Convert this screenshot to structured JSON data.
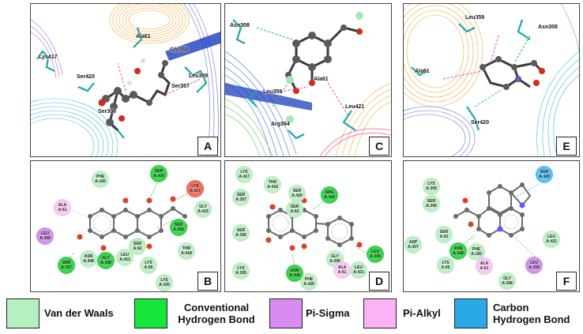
{
  "panels": {
    "A": {
      "letter": "A",
      "residues": [
        "Ala61",
        "Lys417",
        "Ser420",
        "Gly358",
        "Leu359",
        "Ser357",
        "Ser306"
      ]
    },
    "C": {
      "letter": "C",
      "residues": [
        "Asn308",
        "Ala61",
        "Leu359",
        "Leu421",
        "Arg364"
      ]
    },
    "E": {
      "letter": "E",
      "residues": [
        "Leu359",
        "Asn308",
        "Ala61",
        "Ser420"
      ]
    },
    "B": {
      "letter": "B",
      "residues": [
        {
          "l1": "PHE",
          "l2": "A:160",
          "type": "vdw"
        },
        {
          "l1": "SER",
          "l2": "A:420",
          "type": "hb"
        },
        {
          "l1": "LYS",
          "l2": "A:417",
          "type": "unf"
        },
        {
          "l1": "GLY",
          "l2": "A:419",
          "type": "vdw"
        },
        {
          "l1": "ALA",
          "l2": "A:61",
          "type": "pia"
        },
        {
          "l1": "SER",
          "l2": "A:306",
          "type": "hb"
        },
        {
          "l1": "LEU",
          "l2": "A:359",
          "type": "pis"
        },
        {
          "l1": "SER",
          "l2": "A:62",
          "type": "vdw"
        },
        {
          "l1": "THR",
          "l2": "A:418",
          "type": "vdw"
        },
        {
          "l1": "ASN",
          "l2": "A:308",
          "type": "vdw"
        },
        {
          "l1": "GLY",
          "l2": "A:358",
          "type": "hb"
        },
        {
          "l1": "LEU",
          "l2": "A:421",
          "type": "vdw"
        },
        {
          "l1": "LYS",
          "l2": "A:65",
          "type": "vdw"
        },
        {
          "l1": "SER",
          "l2": "A:357",
          "type": "hb"
        },
        {
          "l1": "LYS",
          "l2": "A:305",
          "type": "vdw"
        }
      ]
    },
    "D": {
      "letter": "D",
      "residues": [
        {
          "l1": "LYS",
          "l2": "A:417",
          "type": "vdw"
        },
        {
          "l1": "THR",
          "l2": "A:418",
          "type": "vdw"
        },
        {
          "l1": "SER",
          "l2": "A:420",
          "type": "vdw"
        },
        {
          "l1": "ARG",
          "l2": "A:364",
          "type": "hb"
        },
        {
          "l1": "SER",
          "l2": "A:357",
          "type": "vdw"
        },
        {
          "l1": "SER",
          "l2": "A:62",
          "type": "vdw"
        },
        {
          "l1": "SER",
          "l2": "A:306",
          "type": "vdw"
        },
        {
          "l1": "LEU",
          "l2": "A:359",
          "type": "hb"
        },
        {
          "l1": "GLY",
          "l2": "A:358",
          "type": "vdw"
        },
        {
          "l1": "ALA",
          "l2": "A:61",
          "type": "pia"
        },
        {
          "l1": "LEU",
          "l2": "A:421",
          "type": "vdw"
        },
        {
          "l1": "LYS",
          "l2": "A:305",
          "type": "vdw"
        },
        {
          "l1": "ASN",
          "l2": "A:308",
          "type": "hb"
        },
        {
          "l1": "PHE",
          "l2": "A:160",
          "type": "vdw"
        }
      ]
    },
    "F": {
      "letter": "F",
      "residues": [
        {
          "l1": "SER",
          "l2": "A:420",
          "type": "chb"
        },
        {
          "l1": "LYS",
          "l2": "A:305",
          "type": "vdw"
        },
        {
          "l1": "SER",
          "l2": "A:306",
          "type": "vdw"
        },
        {
          "l1": "SER",
          "l2": "A:62",
          "type": "vdw"
        },
        {
          "l1": "ASP",
          "l2": "A:307",
          "type": "vdw"
        },
        {
          "l1": "ASN",
          "l2": "A:308",
          "type": "hb"
        },
        {
          "l1": "PHE",
          "l2": "A:160",
          "type": "vdw"
        },
        {
          "l1": "LEU",
          "l2": "A:421",
          "type": "vdw"
        },
        {
          "l1": "LYS",
          "l2": "A:65",
          "type": "vdw"
        },
        {
          "l1": "ALA",
          "l2": "A:61",
          "type": "pia"
        },
        {
          "l1": "LEU",
          "l2": "A:359",
          "type": "pis"
        },
        {
          "l1": "GLY",
          "l2": "A:358",
          "type": "vdw"
        }
      ]
    }
  },
  "legend": [
    {
      "label": "Van der Waals",
      "color": "#b4f0c0"
    },
    {
      "label": "Conventional Hydrogen Bond",
      "color": "#19e63a"
    },
    {
      "label": "Pi-Sigma",
      "color": "#d98cf0"
    },
    {
      "label": "Pi-Alkyl",
      "color": "#fbb3f6"
    },
    {
      "label": "Carbon Hydrogen Bond",
      "color": "#2aa9e6"
    }
  ],
  "legend_lines": [
    [
      "Van der Waals"
    ],
    [
      "Conventional",
      "Hydrogen Bond"
    ],
    [
      "Pi-Sigma"
    ],
    [
      "Pi-Alkyl"
    ],
    [
      "Carbon",
      "Hydrogen Bond"
    ]
  ]
}
